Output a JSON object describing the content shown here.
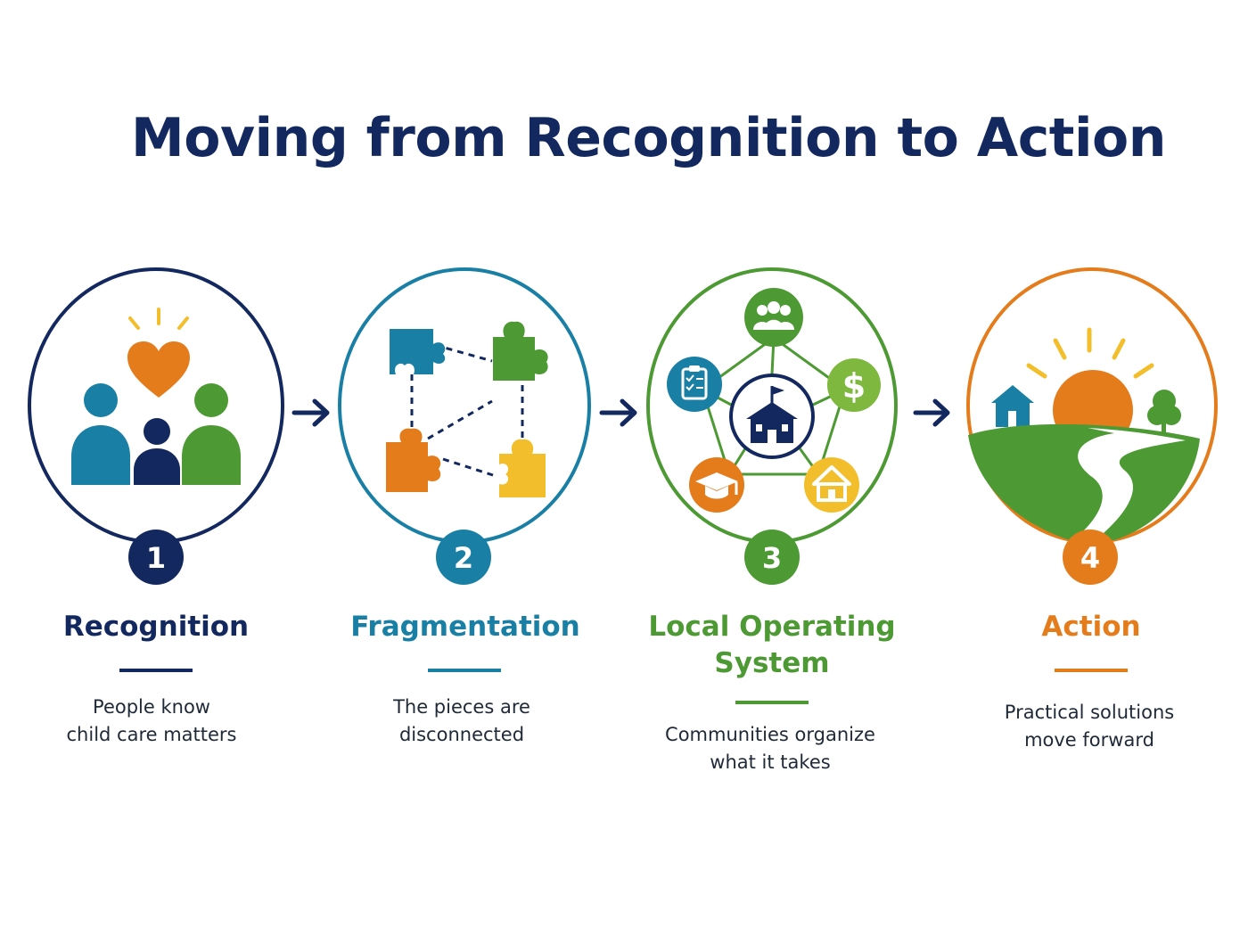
{
  "title": "Moving from Recognition to Action",
  "colors": {
    "navy": "#13285e",
    "teal": "#1a7fa5",
    "green": "#4d9a34",
    "orange": "#e57c1c",
    "yellow": "#f2be2b"
  },
  "steps": [
    {
      "number": "1",
      "label": "Recognition",
      "description_lines": [
        "People know",
        "child care matters"
      ],
      "color": "#13285e",
      "icon": "people-heart-icon"
    },
    {
      "number": "2",
      "label": "Fragmentation",
      "description_lines": [
        "The pieces are",
        "disconnected"
      ],
      "color": "#1a7fa5",
      "icon": "puzzle-pieces-icon"
    },
    {
      "number": "3",
      "label_lines": [
        "Local Operating",
        "System"
      ],
      "description_lines": [
        "Communities organize",
        "what it takes"
      ],
      "color": "#4d9a34",
      "icon": "school-network-icon"
    },
    {
      "number": "4",
      "label": "Action",
      "description_lines": [
        "Practical solutions",
        "move forward"
      ],
      "color": "#e57c1c",
      "icon": "sunrise-road-icon"
    }
  ],
  "connectors": [
    "arrow-right-icon",
    "arrow-right-icon",
    "arrow-right-icon"
  ]
}
